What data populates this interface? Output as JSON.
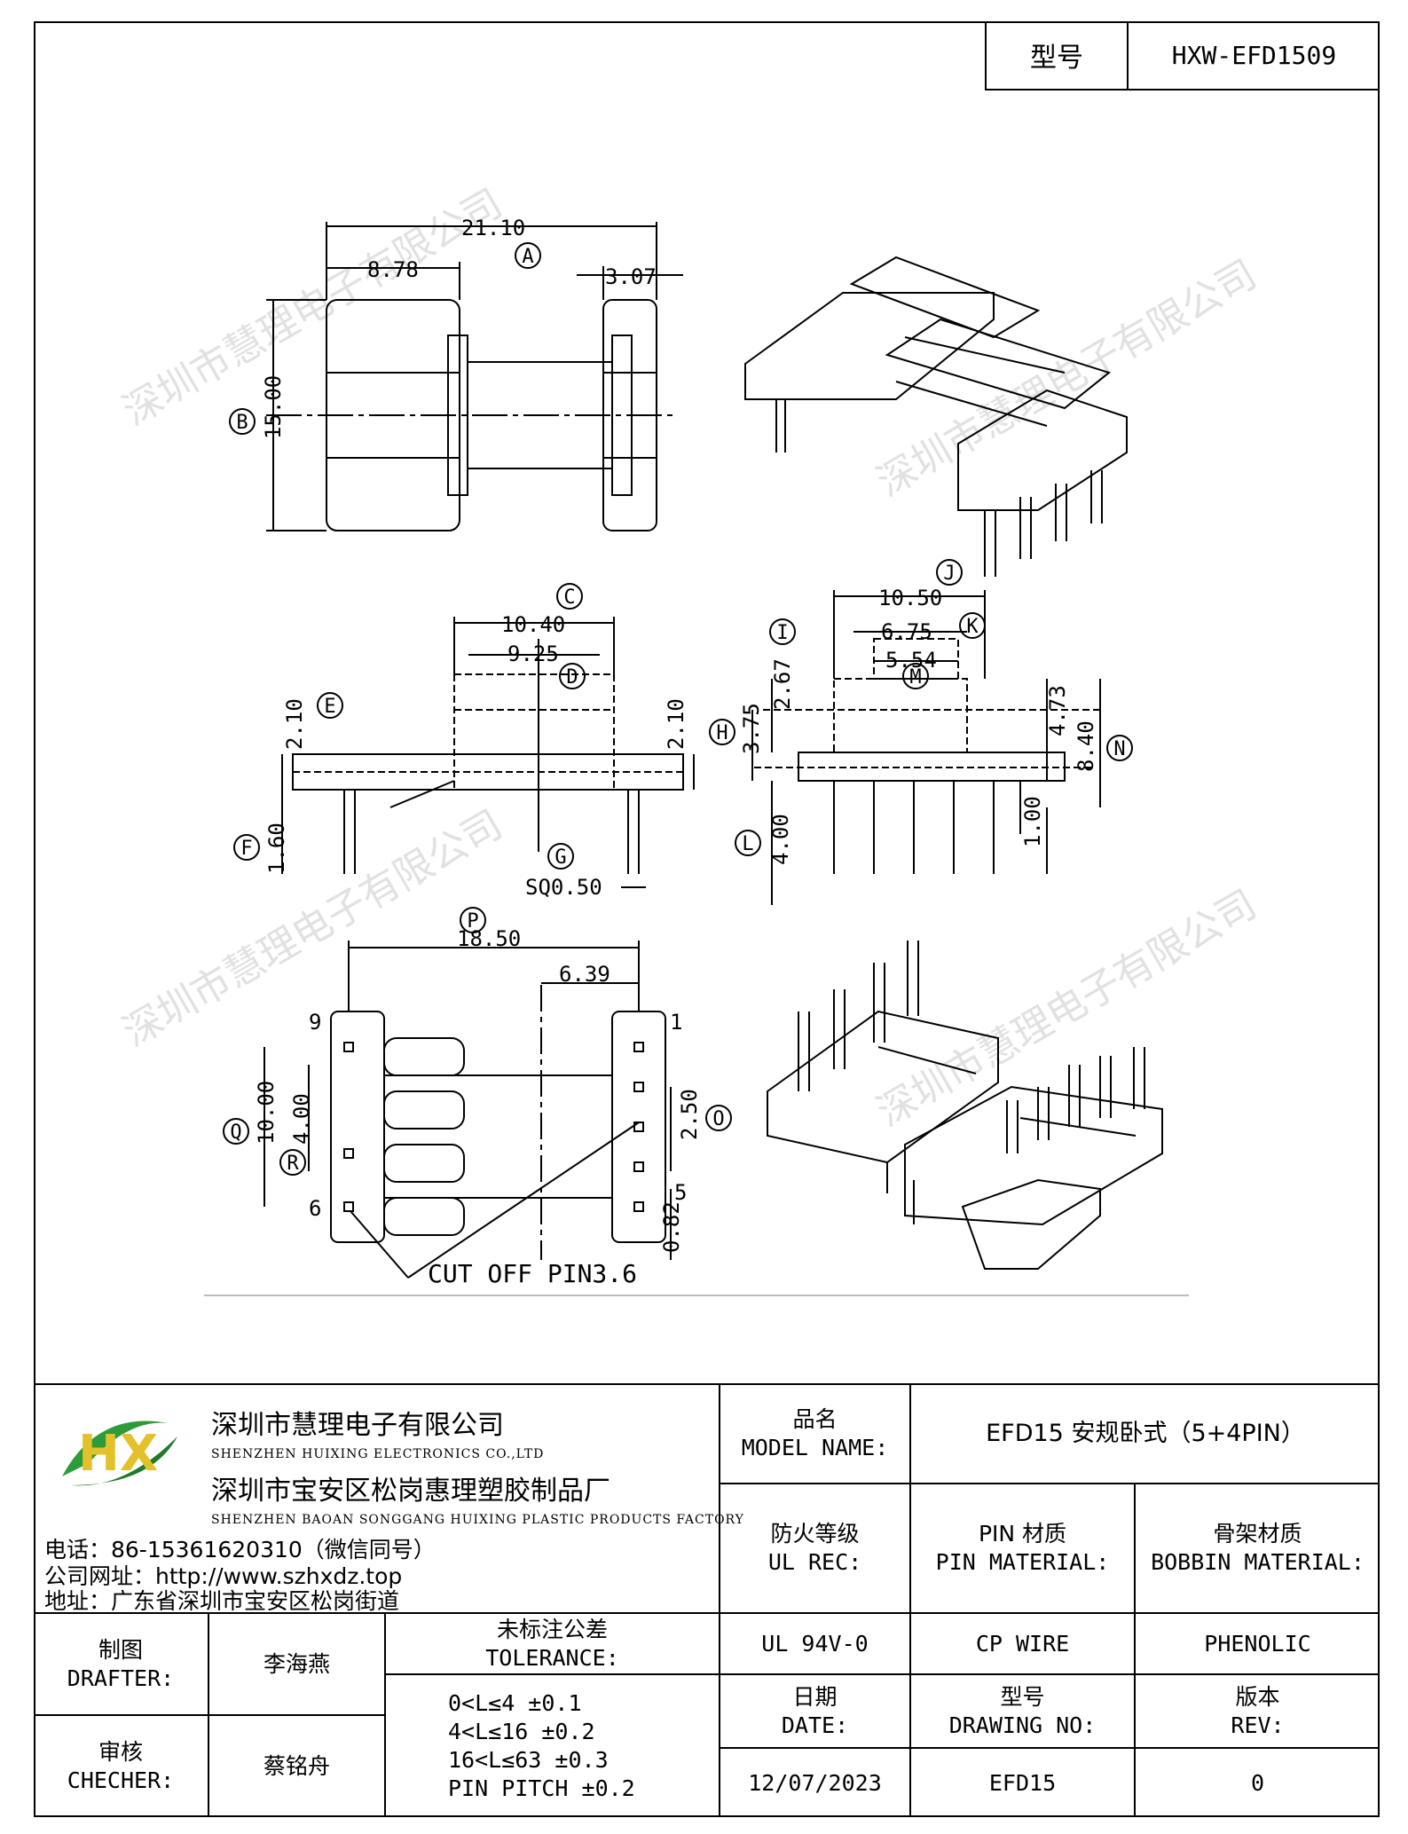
{
  "model_header": {
    "label": "型号",
    "value": "HXW-EFD1509"
  },
  "drawing": {
    "dims": {
      "top_overall": "21.10",
      "top_left": "8.78",
      "top_right": "3.07",
      "top_height": "15.00",
      "side_width": "10.40",
      "side_inner": "9.25",
      "side_h_left": "2.10",
      "side_h_right": "2.10",
      "side_pin": "1.60",
      "side_sq": "SQ0.50",
      "end_width": "10.50",
      "end_mid": "6.75",
      "end_inner": "5.54",
      "end_top": "2.67",
      "end_body": "3.75",
      "end_pin": "4.00",
      "end_right1": "4.73",
      "end_right2": "8.40",
      "end_right3": "1.00",
      "bot_overall": "18.50",
      "bot_pitch": "6.39",
      "bot_height": "10.00",
      "bot_inner": "4.00",
      "bot_pin_pitch": "2.50",
      "bot_pin_dim": "0.82"
    },
    "circle_labels": {
      "a": "A",
      "b": "B",
      "c": "C",
      "d": "D",
      "e": "E",
      "f": "F",
      "g": "G",
      "h": "H",
      "i": "I",
      "j": "J",
      "k": "K",
      "l": "L",
      "m": "M",
      "n": "N",
      "o": "O",
      "p": "P",
      "q": "Q",
      "r": "R"
    },
    "pin_numbers": {
      "p9": "9",
      "p6": "6",
      "p1": "1",
      "p5": "5"
    },
    "cut_note": "CUT OFF PIN3.6"
  },
  "company": {
    "name_cn": "深圳市慧理电子有限公司",
    "name_en": "SHENZHEN HUIXING ELECTRONICS CO.,LTD",
    "factory_cn": "深圳市宝安区松岗惠理塑胶制品厂",
    "factory_en": "SHENZHEN BAOAN SONGGANG HUIXING PLASTIC PRODUCTS FACTORY",
    "phone": "电话：86-15361620310（微信同号）",
    "website": "公司网址：http://www.szhxdz.top",
    "address": "地址：广东省深圳市宝安区松岗街道",
    "logo_text": "HX",
    "watermark": "深圳市慧理电子有限公司"
  },
  "title_block": {
    "model_name_label_cn": "品名",
    "model_name_label_en": "MODEL NAME:",
    "model_name_value": "EFD15 安规卧式（5+4PIN）",
    "ul_label_cn": "防火等级",
    "ul_label_en": "UL REC:",
    "pin_mat_label_cn": "PIN 材质",
    "pin_mat_label_en": "PIN MATERIAL:",
    "bobbin_label_cn": "骨架材质",
    "bobbin_label_en": "BOBBIN MATERIAL:",
    "ul_value": "UL 94V-0",
    "pin_value": "CP WIRE",
    "bobbin_value": "PHENOLIC",
    "date_label_cn": "日期",
    "date_label_en": "DATE:",
    "drawing_no_label_cn": "型号",
    "drawing_no_label_en": "DRAWING NO:",
    "rev_label_cn": "版本",
    "rev_label_en": "REV:",
    "date_value": "12/07/2023",
    "drawing_no_value": "EFD15",
    "rev_value": "0",
    "drafter_label_cn": "制图",
    "drafter_label_en": "DRAFTER:",
    "drafter_value": "李海燕",
    "checker_label_cn": "审核",
    "checker_label_en": "CHECHER:",
    "checker_value": "蔡铭舟",
    "tolerance_label_cn": "未标注公差",
    "tolerance_label_en": "TOLERANCE:",
    "tolerances": [
      "0<L≤4  ±0.1",
      "4<L≤16  ±0.2",
      "16<L≤63 ±0.3",
      "PIN PITCH ±0.2"
    ]
  }
}
